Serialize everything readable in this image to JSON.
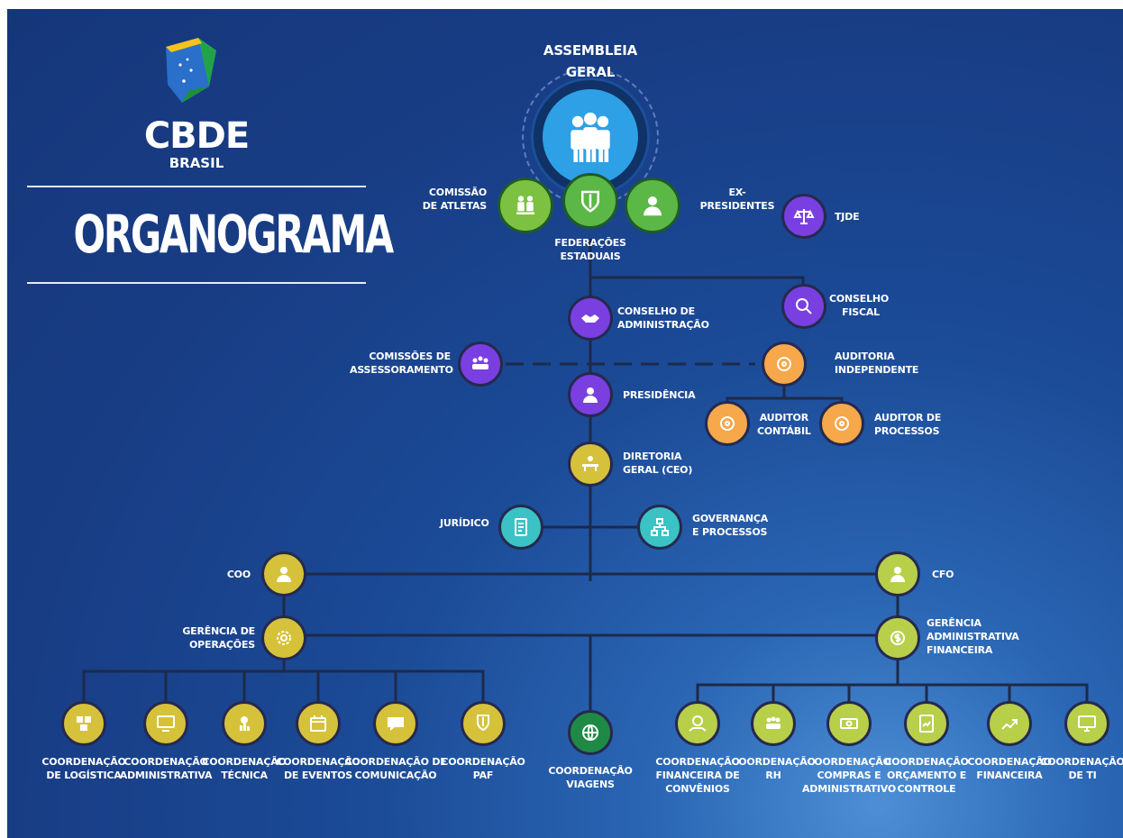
{
  "brand": {
    "name": "CBDE",
    "country": "BRASIL",
    "logo_colors": [
      "#2a6fc9",
      "#f6c21b",
      "#22a34a"
    ]
  },
  "title": "ORGANOGRAMA",
  "nodes": {
    "assembleia": {
      "label": "ASSEMBLEIA\nGERAL",
      "color": "#2da0e6",
      "icon": "people-group-icon"
    },
    "comissao_atletas": {
      "label": "COMISSÃO\nDE ATLETAS",
      "color": "#7dc142",
      "icon": "athletes-icon"
    },
    "federacoes": {
      "label": "FEDERAÇÕES\nESTADUAIS",
      "color": "#5bb847",
      "icon": "shield-icon"
    },
    "ex_presidentes": {
      "label": "EX-\nPRESIDENTES",
      "color": "#5bb847",
      "icon": "person-icon"
    },
    "tjde": {
      "label": "TJDE",
      "color": "#7a3fe0",
      "icon": "scales-icon"
    },
    "conselho_admin": {
      "label": "CONSELHO DE\nADMINISTRAÇÃO",
      "color": "#7a3fe0",
      "icon": "handshake-icon"
    },
    "conselho_fiscal": {
      "label": "CONSELHO\nFISCAL",
      "color": "#7a3fe0",
      "icon": "magnifier-icon"
    },
    "comissoes": {
      "label": "COMISSÕES DE\nASSESSORAMENTO",
      "color": "#7a3fe0",
      "icon": "team-icon"
    },
    "auditoria": {
      "label": "AUDITORIA\nINDEPENDENTE",
      "color": "#f6a84a",
      "icon": "audit-icon"
    },
    "presidencia": {
      "label": "PRESIDÊNCIA",
      "color": "#7a3fe0",
      "icon": "president-icon"
    },
    "auditor_contabil": {
      "label": "AUDITOR\nCONTÁBIL",
      "color": "#f6a84a",
      "icon": "audit-icon"
    },
    "auditor_processos": {
      "label": "AUDITOR DE\nPROCESSOS",
      "color": "#f6a84a",
      "icon": "audit-icon"
    },
    "diretoria": {
      "label": "DIRETORIA\nGERAL (CEO)",
      "color": "#d6c23a",
      "icon": "desk-icon"
    },
    "juridico": {
      "label": "JURÍDICO",
      "color": "#3bc2c4",
      "icon": "document-icon"
    },
    "governanca": {
      "label": "GOVERNANÇA\nE PROCESSOS",
      "color": "#3bc2c4",
      "icon": "flowchart-icon"
    },
    "coo": {
      "label": "COO",
      "color": "#d6c23a",
      "icon": "manager-icon"
    },
    "cfo": {
      "label": "CFO",
      "color": "#b8cf4a",
      "icon": "manager-icon"
    },
    "gerencia_operacoes": {
      "label": "GERÊNCIA DE\nOPERAÇÕES",
      "color": "#d6c23a",
      "icon": "gear-icon"
    },
    "gerencia_admin_fin": {
      "label": "GERÊNCIA\nADMINISTRATIVA\nFINANCEIRA",
      "color": "#b8cf4a",
      "icon": "money-icon"
    },
    "coord_logistica": {
      "label": "COORDENAÇÃO\nDE LOGÍSTICA",
      "color": "#d6c23a",
      "icon": "boxes-icon"
    },
    "coord_administrativa": {
      "label": "COORDENAÇÃO\nADMINISTRATIVA",
      "color": "#d6c23a",
      "icon": "monitor-icon"
    },
    "coord_tecnica": {
      "label": "COORDENAÇÃO\nTÉCNICA",
      "color": "#d6c23a",
      "icon": "tech-icon"
    },
    "coord_eventos": {
      "label": "COORDENAÇÃO\nDE EVENTOS",
      "color": "#d6c23a",
      "icon": "event-icon"
    },
    "coord_comunicacao": {
      "label": "COORDENAÇÃO DE\nCOMUNICAÇÃO",
      "color": "#d6c23a",
      "icon": "chat-icon"
    },
    "coord_paf": {
      "label": "COORDENAÇÃO\nPAF",
      "color": "#d6c23a",
      "icon": "shield-hand-icon"
    },
    "coord_viagens": {
      "label": "COORDENAÇÃO\nVIAGENS",
      "color": "#1f8a45",
      "icon": "globe-icon"
    },
    "coord_fin_convenios": {
      "label": "COORDENAÇÃO\nFINANCEIRA DE\nCONVÊNIOS",
      "color": "#b8cf4a",
      "icon": "money-hand-icon"
    },
    "coord_rh": {
      "label": "COORDENAÇÃO\nRH",
      "color": "#b8cf4a",
      "icon": "people-icon"
    },
    "coord_compras": {
      "label": "COORDENAÇÃO\nCOMPRAS E\nADMINISTRATIVO",
      "color": "#b8cf4a",
      "icon": "cash-icon"
    },
    "coord_orcamento": {
      "label": "COORDENAÇÃO\nORÇAMENTO E\nCONTROLE",
      "color": "#b8cf4a",
      "icon": "report-icon"
    },
    "coord_financeira": {
      "label": "COORDENAÇÃO\nFINANCEIRA",
      "color": "#b8cf4a",
      "icon": "growth-icon"
    },
    "coord_ti": {
      "label": "COORDENAÇÃO\nDE TI",
      "color": "#b8cf4a",
      "icon": "computer-icon"
    }
  }
}
